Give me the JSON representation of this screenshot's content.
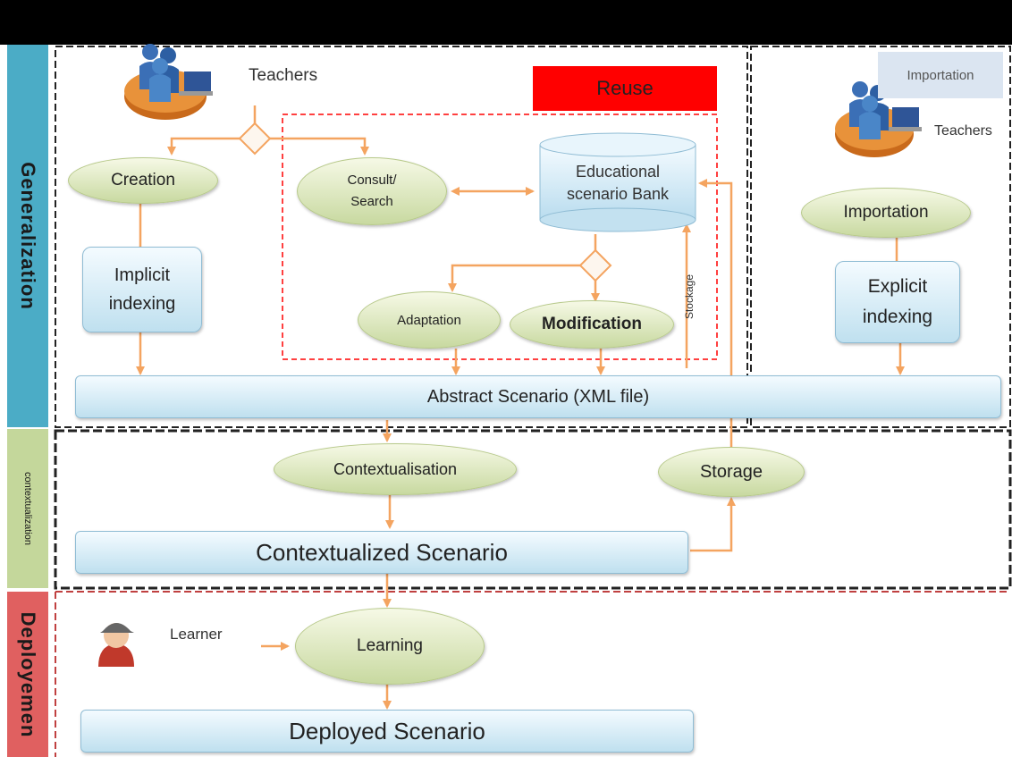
{
  "bands": {
    "generalization": "Generalization",
    "contextualization": "contextualization",
    "deployement": "Deployemen"
  },
  "actors": {
    "teachers_left": "Teachers",
    "teachers_right": "Teachers",
    "learner": "Learner"
  },
  "reuse": {
    "title": "Reuse"
  },
  "importation_tag": "Importation",
  "nodes": {
    "creation": "Creation",
    "consult_search": "Consult/ Search",
    "educational_bank": "Educational scenario Bank",
    "implicit_indexing": "Implicit indexing",
    "adaptation": "Adaptation",
    "modification": "Modification",
    "stockage": "Stockage",
    "importation": "Importation",
    "explicit_indexing": "Explicit indexing",
    "abstract_scenario": "Abstract Scenario (XML file)",
    "contextualisation": "Contextualisation",
    "storage": "Storage",
    "contextualized_scenario": "Contextualized Scenario",
    "learning": "Learning",
    "deployed_scenario": "Deployed Scenario"
  },
  "colors": {
    "arrow": "#f4a460",
    "reuse_red": "#ff0000",
    "band_generalization": "#4bacc6",
    "band_contextualization": "#c4d79b",
    "band_deployement": "#e06060"
  }
}
